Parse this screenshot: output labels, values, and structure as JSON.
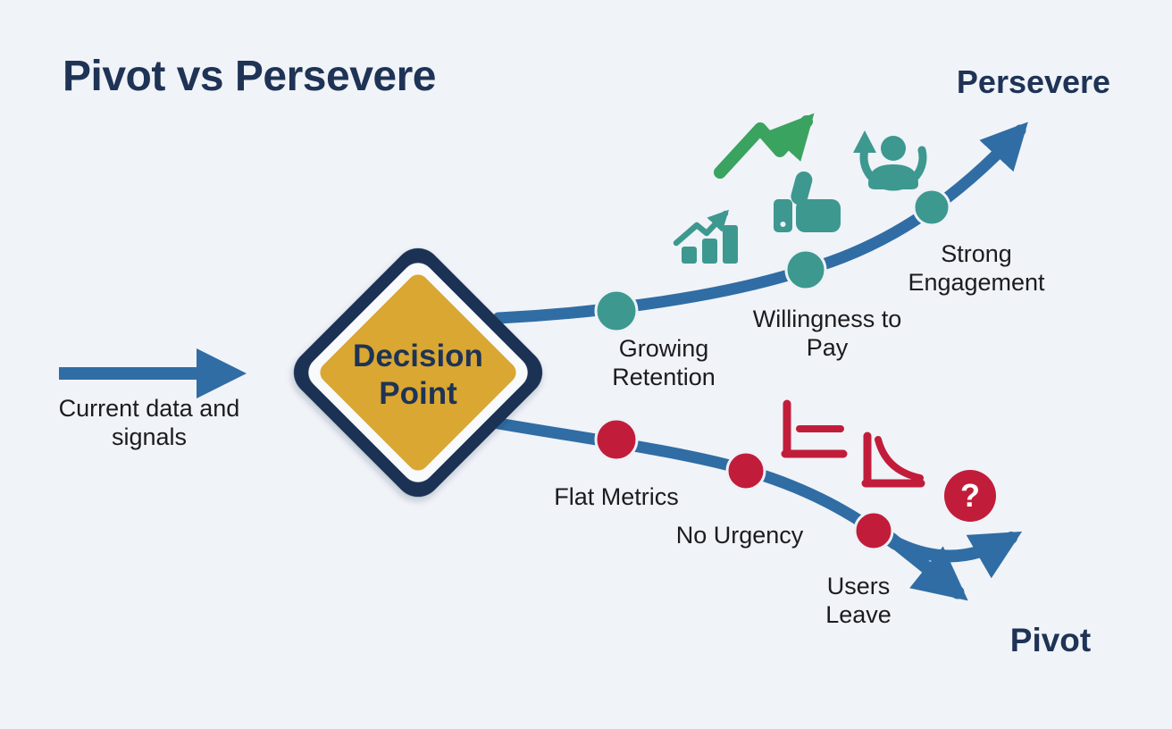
{
  "title": "Pivot vs Persevere",
  "input": {
    "label": "Current data and signals"
  },
  "decision": {
    "label": "Decision Point"
  },
  "persevere": {
    "label": "Persevere",
    "milestones": [
      "Growing Retention",
      "Willingness to Pay",
      "Strong Engagement"
    ],
    "icons": [
      "bar-chart-rising-icon",
      "growth-trend-arrow-icon",
      "thumbs-up-icon",
      "returning-user-icon"
    ]
  },
  "pivot": {
    "label": "Pivot",
    "milestones": [
      "Flat Metrics",
      "No Urgency",
      "Users Leave"
    ],
    "icons": [
      "flat-line-chart-icon",
      "declining-curve-chart-icon",
      "question-mark-icon"
    ],
    "question_mark": "?"
  },
  "colors": {
    "background": "#f0f3f8",
    "navy": "#1e3355",
    "blue": "#306da4",
    "teal": "#3d9890",
    "green": "#3aa35f",
    "red": "#c11d3b",
    "gold": "#d9a733",
    "label_text": "#1c1c1e"
  }
}
